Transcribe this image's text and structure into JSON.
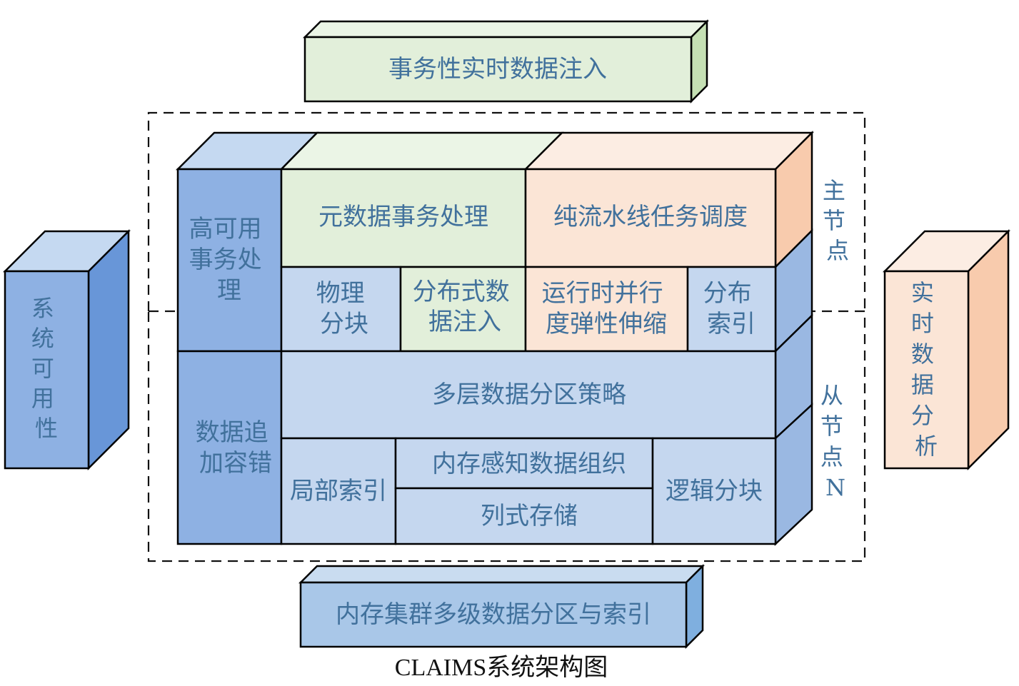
{
  "title": "CLAIMS系统架构图",
  "colors": {
    "text": "#41719c",
    "green_front": "#e2efda",
    "green_top": "#ebf5e6",
    "green_side": "#c5e0b4",
    "orange_front": "#fbe5d6",
    "orange_top": "#fcede3",
    "orange_side": "#f8cbad",
    "blue_front": "#c5d7ef",
    "blue_top": "#c5d9f1",
    "blue_side": "#9ab8e2",
    "blue_dark_front": "#8eb1e3",
    "blue_dark_side": "#6896d8",
    "blue_bottom_front": "#a9c7e8",
    "blue_bottom_side": "#7fafdf"
  },
  "top_box": {
    "label": "事务性实时数据注入"
  },
  "bottom_box": {
    "label": "内存集群多级数据分区与索引"
  },
  "left_box": {
    "label": [
      "系",
      "统",
      "可",
      "用",
      "性"
    ]
  },
  "right_box": {
    "label": [
      "实",
      "时",
      "数",
      "据",
      "分",
      "析"
    ]
  },
  "master_node_label": [
    "主",
    "节",
    "点"
  ],
  "slave_node_label": [
    "从",
    "节",
    "点",
    "N"
  ],
  "master": {
    "ha_transaction": [
      "高可用",
      "事务处",
      "理"
    ],
    "metadata_txn": "元数据事务处理",
    "pipeline_sched": "纯流水线任务调度",
    "physical_partition": [
      "物理",
      "分块"
    ],
    "dist_data_inject": [
      "分布式数",
      "据注入"
    ],
    "runtime_elastic": [
      "运行时并行",
      "度弹性伸缩"
    ],
    "dist_index": [
      "分布",
      "索引"
    ]
  },
  "slave": {
    "append_fault_tolerance": [
      "数据追",
      "加容错"
    ],
    "multilayer_partition": "多层数据分区策略",
    "local_index": "局部索引",
    "memory_aware_org": "内存感知数据组织",
    "columnar_storage": "列式存储",
    "logical_partition": "逻辑分块"
  }
}
